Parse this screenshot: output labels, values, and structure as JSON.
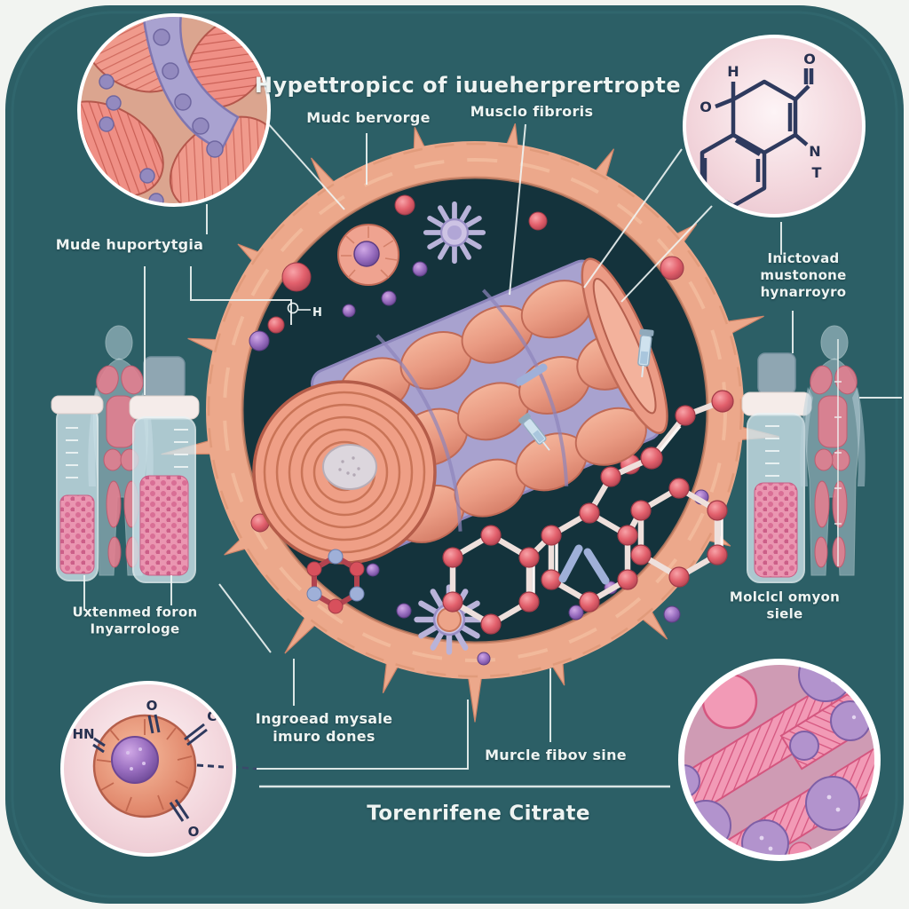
{
  "header": {
    "title": "Hypettropicc of iuueherprertropte"
  },
  "footer": {
    "title": "Torenrifene Citrate"
  },
  "callouts": {
    "muscle_beverage": "Mudc bervorge",
    "muscle_fibers": "Musclo fibroris",
    "muscle_hypertrophy": "Mude huportytgia",
    "increased_muscle_hormone": "Inictovad mustonone\nhynarroyro",
    "extended_form_hypertrophy": "Uxtenmed foron\nInyarrologe",
    "molecular_action_site": "Molclcl omyon siele",
    "increased_muscle_nuclei": "Ingroead mysale\nimuro dones",
    "muscle_fiber_size": "Murcle fibov sine"
  },
  "chemistry": {
    "top_right_inset": {
      "h": "H",
      "o_left": "O",
      "o_top": "O",
      "n": "N",
      "t": "T"
    },
    "bottom_left_inset": {
      "o_top": "O",
      "hn": "HN",
      "ch": "CH",
      "o_bottom": "O"
    },
    "cytoplasm_formula": "H"
  },
  "colors": {
    "page_bg": "#f2f4f1",
    "panel_teal": "#2c5f66",
    "cell_interior": "#14333c",
    "membrane_salmon": "#eca88b",
    "muscle_pink": "#ef9f8a",
    "lavender": "#a8a2cf",
    "purple_sphere": "#9a6fc0",
    "molecule_red": "#e2606c",
    "inset_pink": "#f3d7dd",
    "chem_navy": "#2e3a5e",
    "label_text": "#eef4f2"
  }
}
